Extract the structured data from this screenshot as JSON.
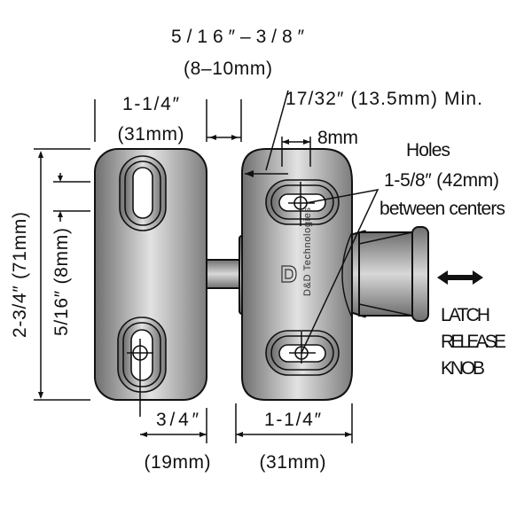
{
  "labels": {
    "gap": "5/16″–3/8″",
    "gap_mm": "(8–10mm)",
    "left_width": "1-1/4″",
    "left_width_mm": "(31mm)",
    "min_offset": "17/32″ (13.5mm) Min.",
    "offset_8mm": "8mm",
    "holes": "Holes",
    "holes_spacing": "1-5/8″ (42mm)",
    "holes_between": "between centers",
    "latch": "LATCH",
    "release": "RELEASE",
    "knob": "KNOB",
    "hole_offset": "3/4″",
    "hole_offset_mm": "(19mm)",
    "right_width": "1-1/4″",
    "right_width_mm": "(31mm)",
    "height": "2-3/4″ (71mm)",
    "slot_height": "5/16″ (8mm)"
  },
  "logo": {
    "text": "D&D Technologies"
  },
  "colors": {
    "metal_dark": "#7a7a7a",
    "metal_light": "#e4e4e4",
    "line": "#111111"
  }
}
